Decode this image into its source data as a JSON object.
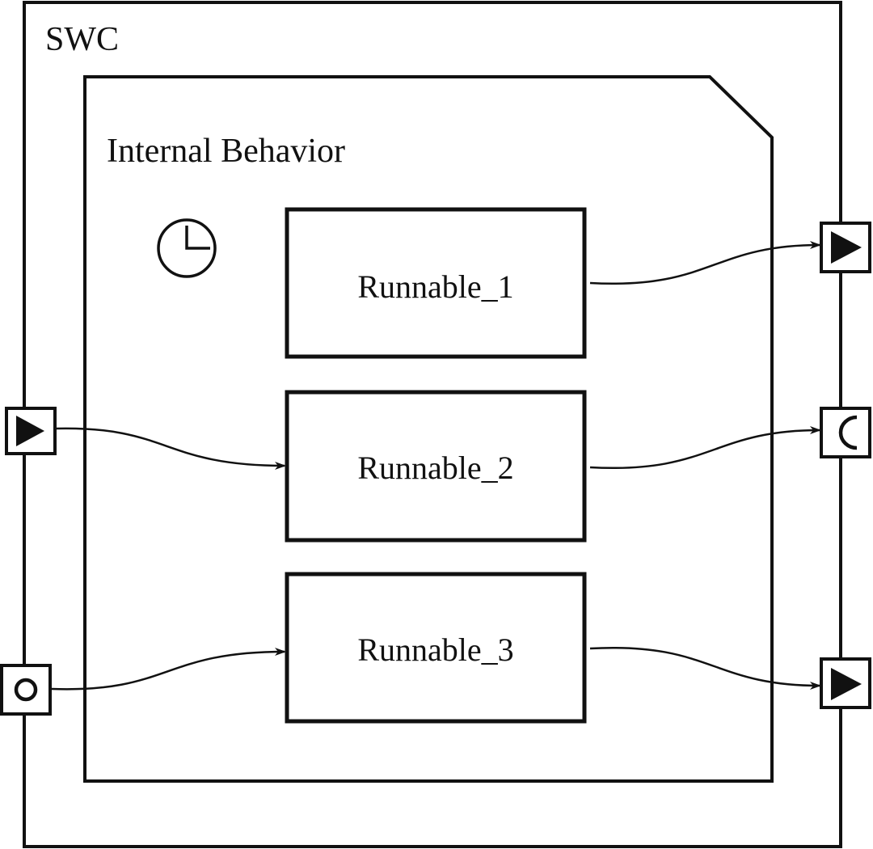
{
  "swc": {
    "label": "SWC"
  },
  "internal_behavior": {
    "label": "Internal Behavior"
  },
  "timing_event": {
    "icon": "clock-icon"
  },
  "runnables": [
    {
      "label": "Runnable_1"
    },
    {
      "label": "Runnable_2"
    },
    {
      "label": "Runnable_3"
    }
  ],
  "ports": [
    {
      "id": "left-sender-port",
      "side": "left",
      "icon": "triangle-right-icon"
    },
    {
      "id": "left-server-port",
      "side": "left",
      "icon": "circle-icon"
    },
    {
      "id": "right-sender-port-1",
      "side": "right",
      "icon": "triangle-right-icon"
    },
    {
      "id": "right-client-port",
      "side": "right",
      "icon": "half-circle-icon"
    },
    {
      "id": "right-sender-port-2",
      "side": "right",
      "icon": "triangle-right-icon"
    }
  ],
  "connections": [
    {
      "from": "Runnable_1",
      "to": "right-sender-port-1"
    },
    {
      "from": "left-sender-port",
      "to": "Runnable_2"
    },
    {
      "from": "Runnable_2",
      "to": "right-client-port"
    },
    {
      "from": "left-server-port",
      "to": "Runnable_3"
    },
    {
      "from": "Runnable_3",
      "to": "right-sender-port-2"
    }
  ]
}
